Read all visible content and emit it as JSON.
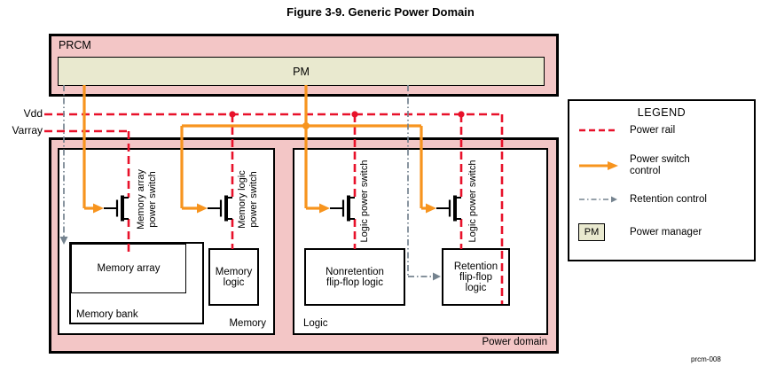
{
  "title": "Figure 3-9. Generic Power Domain",
  "figure_code": "prcm-008",
  "prcm": {
    "label": "PRCM",
    "pm": "PM"
  },
  "rails": {
    "vdd": "Vdd",
    "varray": "Varray"
  },
  "power_domain": {
    "label": "Power domain",
    "memory": {
      "label": "Memory",
      "memory_bank_label": "Memory bank",
      "memory_array": "Memory array",
      "memory_logic": "Memory logic"
    },
    "logic": {
      "label": "Logic",
      "nonretention": "Nonretention flip-flop logic",
      "retention": "Retention flip-flop logic"
    },
    "switches": [
      "Memory array power switch",
      "Memory logic power switch",
      "Logic power switch",
      "Logic power switch"
    ]
  },
  "legend": {
    "title": "LEGEND",
    "items": [
      {
        "label": "Power rail"
      },
      {
        "label": "Power switch control"
      },
      {
        "label": "Retention control"
      },
      {
        "label": "Power manager",
        "symbol": "PM"
      }
    ]
  },
  "colors": {
    "power_rail": "#e8112a",
    "power_switch_control": "#f7941e",
    "retention_control": "#75838f",
    "domain_fill": "#f3c6c6",
    "pm_fill": "#e9e9cf"
  }
}
